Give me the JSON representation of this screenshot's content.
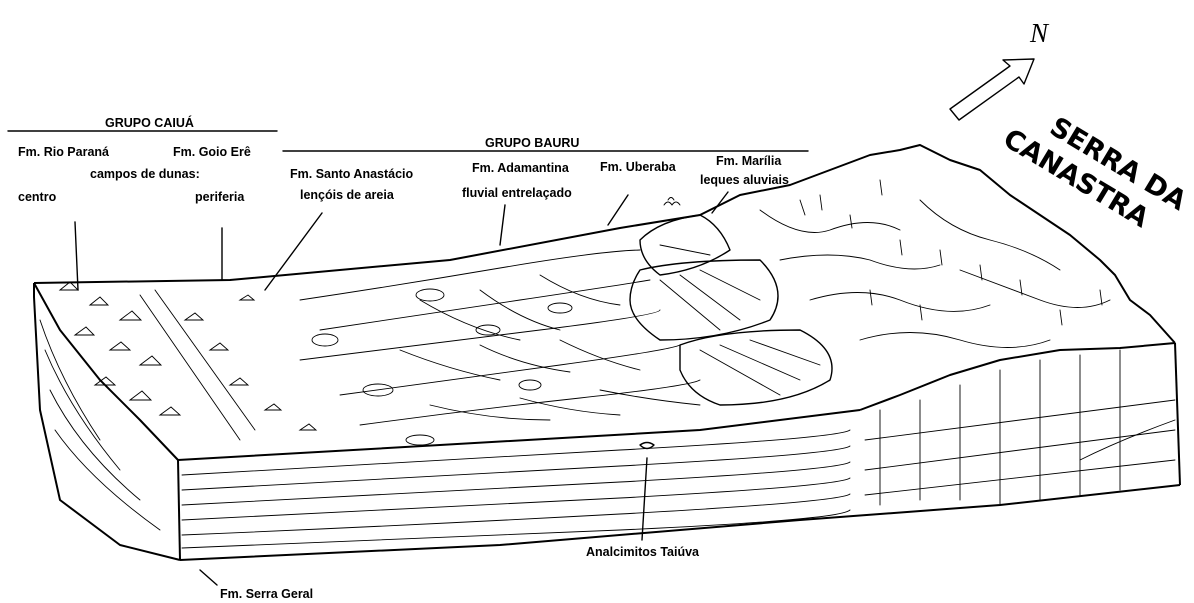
{
  "north": {
    "letter": "N"
  },
  "headers": {
    "caiua": "GRUPO CAIUÁ",
    "bauru": "GRUPO BAURU"
  },
  "serra": {
    "line1": "SERRA DA",
    "line2": "CANASTRA"
  },
  "labels": {
    "rio_parana": "Fm. Rio Paraná",
    "goio_ere": "Fm. Goio Erê",
    "campos_dunas": "campos de dunas:",
    "centro": "centro",
    "periferia": "periferia",
    "santo_anastacio": "Fm. Santo Anastácio",
    "lencois": "lençóis de areia",
    "adamantina": "Fm. Adamantina",
    "fluvial": "fluvial entrelaçado",
    "uberaba": "Fm. Uberaba",
    "marilia": "Fm. Marília",
    "leques": "leques aluviais",
    "analcimitos": "Analcimitos Taiúva",
    "serra_geral": "Fm. Serra Geral"
  }
}
